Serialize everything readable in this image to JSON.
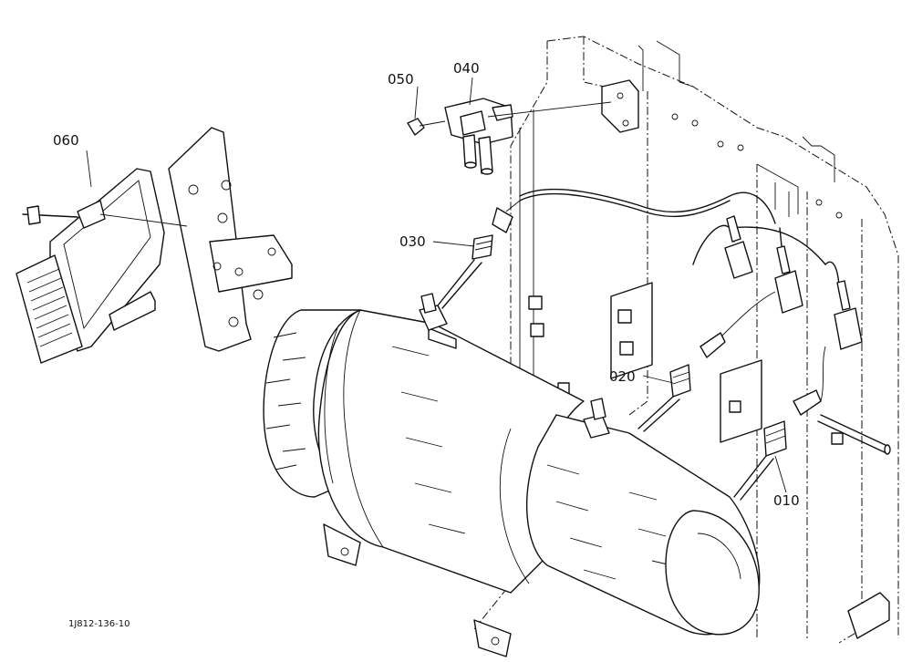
{
  "callouts": {
    "p010": "010",
    "p020": "020",
    "p030": "030",
    "p040": "040",
    "p050": "050",
    "p060": "060"
  },
  "drawing_code": "1J812-136-10"
}
